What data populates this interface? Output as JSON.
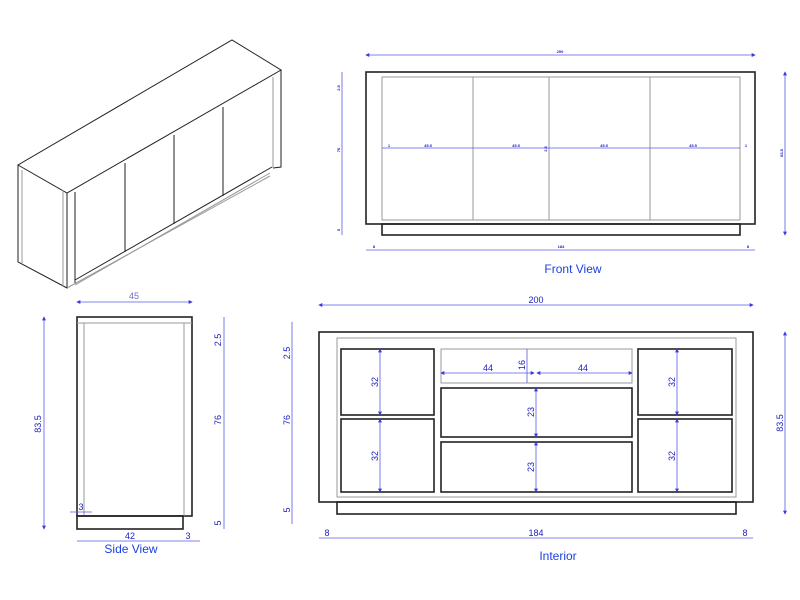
{
  "front_view": {
    "caption": "Front View",
    "width_total": "200",
    "top": "2.5",
    "body": "76",
    "base": "5",
    "height_total": "83.5",
    "inset_left": "8",
    "base_width": "184",
    "inset_right": "8",
    "door_widths": [
      "45.5",
      "45.5",
      "45.5",
      "45.5"
    ],
    "gap_left": "1",
    "gap_middle": "2.5",
    "gap_right": "1"
  },
  "side_view": {
    "caption": "Side View",
    "depth": "45",
    "height_total": "83.5",
    "top": "2.5",
    "body": "76",
    "base": "5",
    "base_depth": "42",
    "back_inset": "3",
    "front_inset": "3"
  },
  "interior": {
    "caption": "Interior",
    "width_total": "200",
    "top": "2.5",
    "body": "76",
    "base": "5",
    "height_total": "83.5",
    "inset_left": "8",
    "base_width": "184",
    "inset_right": "8",
    "left_compartments": [
      "32",
      "32"
    ],
    "right_compartments": [
      "32",
      "32"
    ],
    "shelf_widths": [
      "44",
      "44"
    ],
    "shelf_height": "16",
    "drawers": [
      "23",
      "23"
    ]
  }
}
